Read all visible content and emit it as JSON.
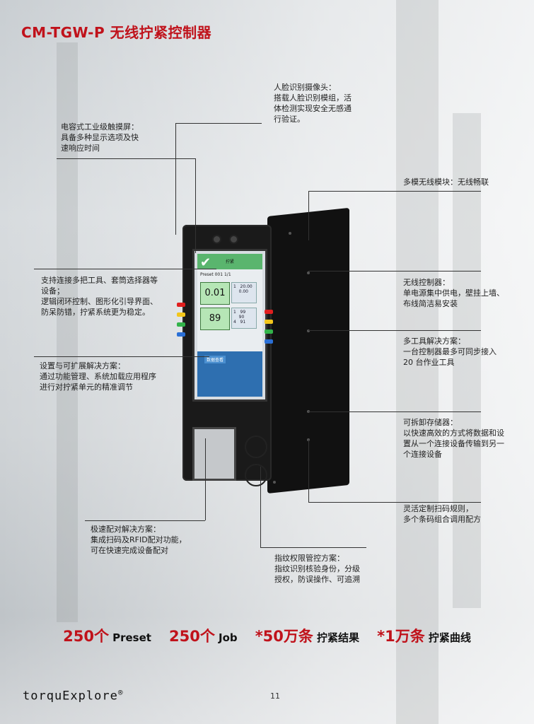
{
  "title": "CM-TGW-P 无线拧紧控制器",
  "notes": {
    "camera": "人脸识别摄像头：\n搭载人脸识别模组，活\n体检测实现安全无感通\n行验证。",
    "touch": "电容式工业级触摸屏：\n具备多种显示选项及快\n速响应时间",
    "wireless_module": "多模无线模块：无线畅联",
    "multi_tool": "支持连接多把工具、套筒选择器等\n设备；\n逻辑闭环控制、图形化引导界面、\n防呆防错，拧紧系统更为稳定。",
    "controller": "无线控制器：\n单电源集中供电，壁挂上墙、\n布线简洁易安装",
    "multi_tool_solution": "多工具解决方案：\n一台控制器最多可同步接入\n20 台作业工具",
    "expand": "设置与可扩展解决方案：\n通过功能管理、系统加载应用程序\n进行对拧紧单元的精准调节",
    "storage": "可拆卸存储器：\n以快速高效的方式将数据和设\n置从一个连接设备传输到另一\n个连接设备",
    "barcode": "灵活定制扫码规则，\n多个条码组合调用配方",
    "pairing": "极速配对解决方案：\n集成扫码及RFID配对功能，\n可在快速完成设备配对",
    "fingerprint": "指纹权限管控方案：\n指纹识别核验身份，分级\n授权，防误操作、可追溯"
  },
  "screen": {
    "tab": "拧紧",
    "preset_row": "Preset 001      1/1",
    "torque_value": "0.01",
    "angle_value": "89",
    "torque_side": "1   20.00\n    0.00",
    "angle_side": "1   99\n    90\n4   91",
    "button": "数据查看"
  },
  "specs": [
    {
      "big": "250个",
      "small": "Preset"
    },
    {
      "big": "250个",
      "small": "Job"
    },
    {
      "big": "*50万条",
      "small": "拧紧结果"
    },
    {
      "big": "*1万条",
      "small": "拧紧曲线"
    }
  ],
  "brand": "torquExplore",
  "brand_mark": "®",
  "page_number": "11",
  "colors": {
    "accent": "#c0121b"
  }
}
